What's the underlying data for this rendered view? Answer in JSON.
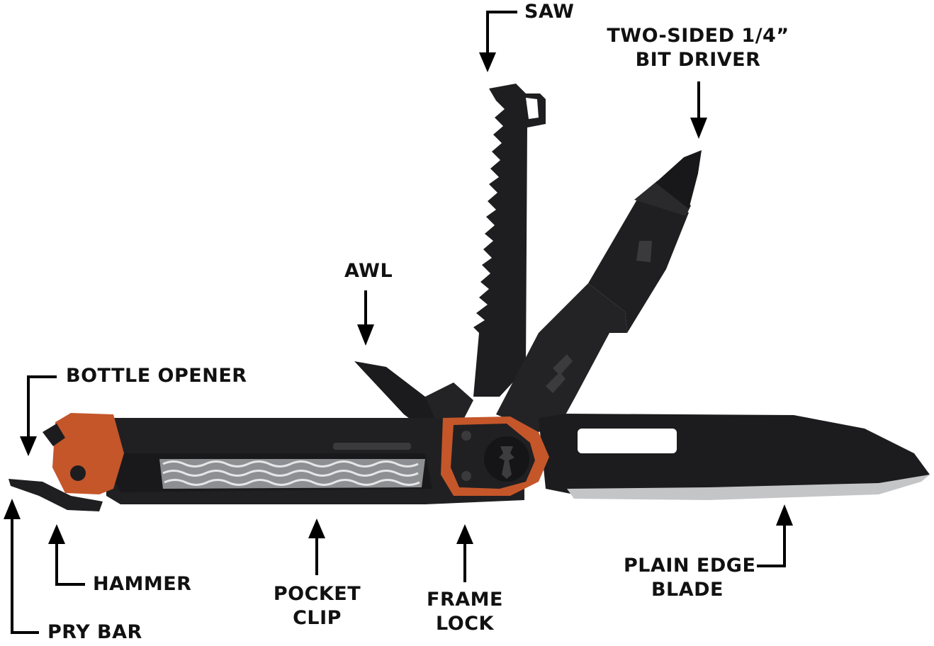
{
  "colors": {
    "text": "#111111",
    "arrow": "#000000",
    "blade": "#1c1c1e",
    "handle_orange": "#c4562a",
    "edge_silver": "#bfc0c2"
  },
  "logo_glyph": "gerber-logo",
  "labels": {
    "saw": "SAW",
    "bit_driver_line1": "TWO-SIDED 1/4”",
    "bit_driver_line2": "BIT DRIVER",
    "awl": "AWL",
    "bottle_opener": "BOTTLE OPENER",
    "hammer": "HAMMER",
    "pocket_clip_line1": "POCKET",
    "pocket_clip_line2": "CLIP",
    "frame_lock_line1": "FRAME",
    "frame_lock_line2": "LOCK",
    "plain_edge_line1": "PLAIN EDGE",
    "plain_edge_line2": "BLADE",
    "pry_bar": "PRY BAR"
  }
}
